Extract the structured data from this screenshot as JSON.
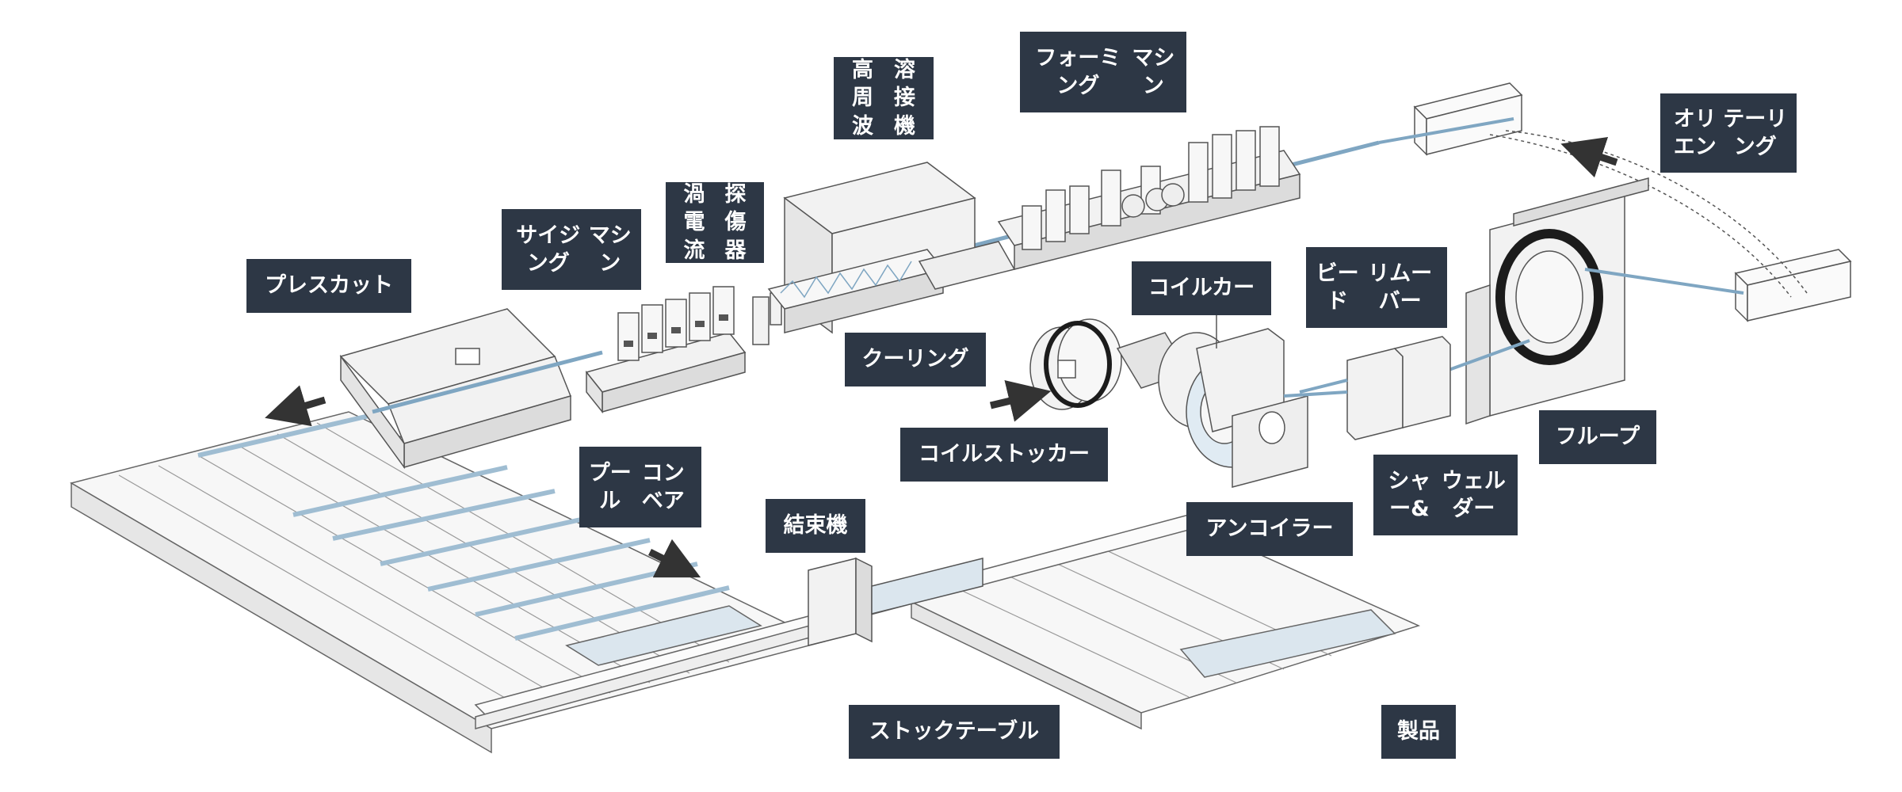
{
  "labels": {
    "orienting": [
      "オリエン",
      "テーリング"
    ],
    "forming": [
      "フォーミング",
      "マシン"
    ],
    "hf_welder": [
      "高周波",
      "溶接機"
    ],
    "eddy": [
      "渦電流",
      "探傷器"
    ],
    "sizing": [
      "サイジング",
      "マシン"
    ],
    "press_cut": [
      "プレスカット"
    ],
    "cooling": [
      "クーリング"
    ],
    "coil_car": [
      "コイルカー"
    ],
    "bead_remover": [
      "ビード",
      "リムーバー"
    ],
    "coil_stocker": [
      "コイルストッカー"
    ],
    "floop": [
      "フループ"
    ],
    "shear_welder": [
      "シャー&",
      "ウェルダー"
    ],
    "uncoiler": [
      "アンコイラー"
    ],
    "pull_conveyor": [
      "プール",
      "コンベア"
    ],
    "binder": [
      "結束機"
    ],
    "stock_table": [
      "ストックテーブル"
    ],
    "product": [
      "製品"
    ]
  },
  "colors": {
    "label_bg": "#2d3745",
    "label_text": "#ffffff",
    "line": "#555555",
    "machine_fill": "#f2f2f2",
    "machine_dark": "#dcdcdc",
    "pipe": "#a9c7dc",
    "arrow": "#333333"
  }
}
